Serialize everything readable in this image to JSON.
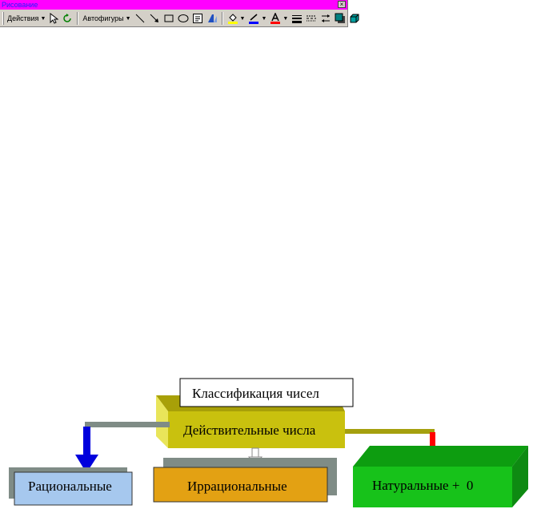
{
  "toolbar": {
    "title": "Рисование",
    "close_glyph": "×",
    "actions_label": "Действия",
    "autoshapes_label": "Автофигуры",
    "icons": [
      "select-pointer-icon",
      "free-rotate-icon",
      "line-icon",
      "arrow-icon",
      "rectangle-icon",
      "oval-icon",
      "text-box-icon",
      "wordart-icon",
      "fill-color-icon",
      "line-color-icon",
      "font-color-icon",
      "line-style-icon",
      "dash-style-icon",
      "arrow-style-icon",
      "shadow-icon",
      "3d-icon"
    ],
    "colors": {
      "fill": "#ffff00",
      "line": "#0000ff",
      "font": "#ff0000"
    }
  },
  "diagram": {
    "title": "Классификация чисел",
    "root": "Действительные числа",
    "children": [
      {
        "label": "Рациональные",
        "color": "#a6c8ee",
        "arrow_color": "#0000dd"
      },
      {
        "label": "Иррациональные",
        "color": "#e3a113",
        "arrow_color": "#ffffff"
      },
      {
        "label": "Натуральные +  0",
        "color": "#17c21a",
        "arrow_color": "#ff0000"
      }
    ],
    "colors": {
      "root_face": "#c9c10e",
      "root_side": "#e9e55a",
      "shadow": "#7f8c86"
    }
  }
}
